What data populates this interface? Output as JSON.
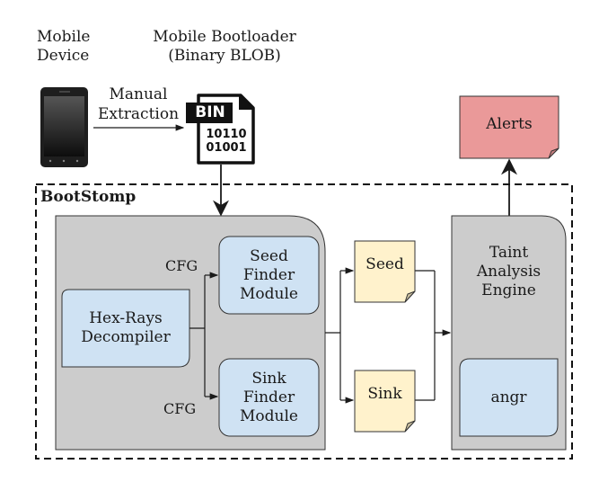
{
  "labels": {
    "mobile_device": [
      "Mobile",
      "Device"
    ],
    "bootloader": [
      "Mobile Bootloader",
      "(Binary BLOB)"
    ],
    "manual_extraction": [
      "Manual",
      "Extraction"
    ],
    "bin_icon": {
      "tag": "BIN",
      "line1": "10110",
      "line2": "01001"
    },
    "alerts": "Alerts",
    "system_name": "BootStomp",
    "cfg_top": "CFG",
    "cfg_bottom": "CFG",
    "hexrays": [
      "Hex-Rays",
      "Decompiler"
    ],
    "seed_finder": [
      "Seed",
      "Finder",
      "Module"
    ],
    "sink_finder": [
      "Sink",
      "Finder",
      "Module"
    ],
    "seed_note": "Seed",
    "sink_note": "Sink",
    "taint_engine": [
      "Taint",
      "Analysis",
      "Engine"
    ],
    "angr": "angr"
  },
  "colors": {
    "module_gray": "#cccccc",
    "module_blue": "#cfe2f3",
    "note_yellow": "#fff2cc",
    "alert_red": "#ea9999",
    "line": "#1a1a1a"
  }
}
